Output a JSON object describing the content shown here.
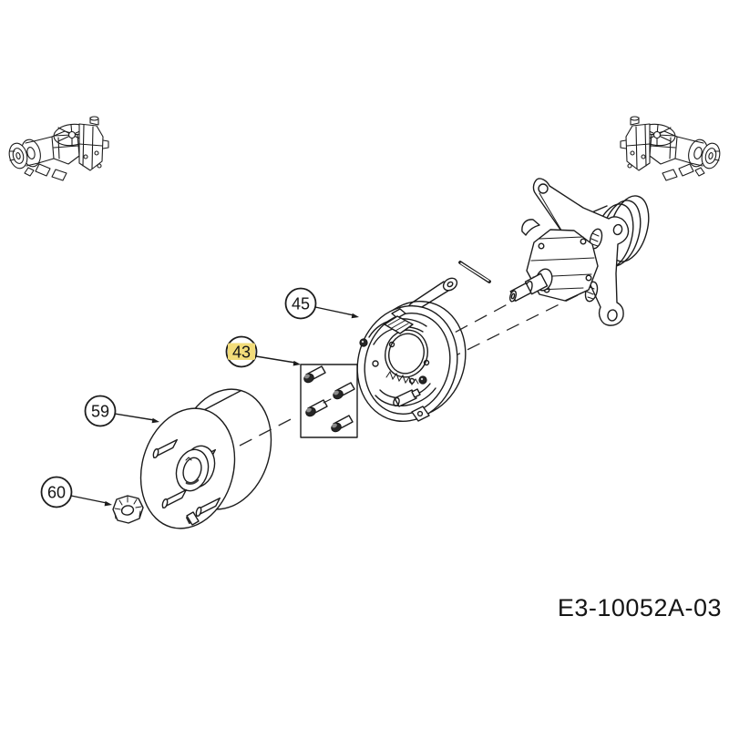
{
  "colors": {
    "background": "#ffffff",
    "line": "#1c1c1c",
    "callout_highlight": "#f2dc7a",
    "callout_highlight_text": "#b0791e"
  },
  "diagram": {
    "part_code": "E3-10052A-03",
    "callouts": [
      {
        "label": "45",
        "highlighted": false,
        "points_to": "brake-backing-plate-assembly"
      },
      {
        "label": "43",
        "highlighted": true,
        "points_to": "mounting-bolts"
      },
      {
        "label": "59",
        "highlighted": false,
        "points_to": "brake-drum"
      },
      {
        "label": "60",
        "highlighted": false,
        "points_to": "castle-nut"
      }
    ],
    "thumbnails": [
      {
        "position": "top-left",
        "depicts": "transaxle-overview-left"
      },
      {
        "position": "top-right",
        "depicts": "transaxle-overview-right"
      }
    ]
  }
}
